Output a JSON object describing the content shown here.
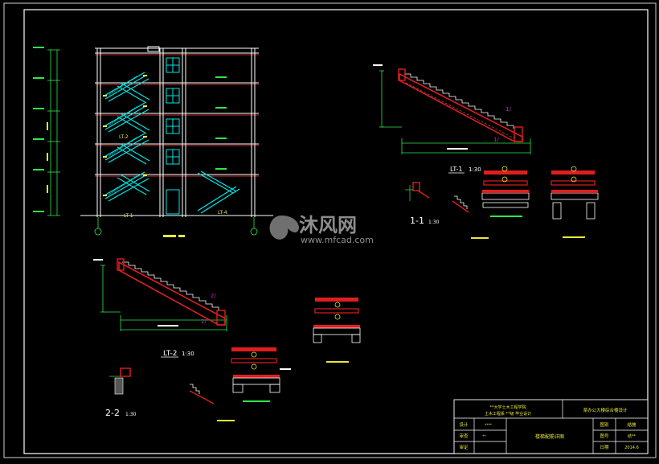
{
  "labels": {
    "lt2_label": "LT-2",
    "lt1_label": "LT-1",
    "lt4_label": "LT-4",
    "lt1_title": "LT-1",
    "lt1_scale": "1:30",
    "lt2_title": "LT-2",
    "lt2_scale": "1:30",
    "section11": "1-1",
    "section11_scale": "1:30",
    "section22": "2-2",
    "section22_scale": "1:30",
    "slope_mark_1": "1/",
    "slope_mark_2": "1/",
    "slope_mark_3": "2/",
    "slope_mark_4": "2/"
  },
  "watermark": {
    "brand": "沐风网",
    "url": "www.mfcad.com"
  },
  "title_block": {
    "school_line1": "**大学土木工程学院",
    "school_line2": "土木工程系 **级 毕业设计",
    "project": "某办公大楼综合楼设计",
    "drawing": "楼梯配筋详图",
    "row1_label": "设计",
    "row2_label": "审查",
    "row3_label": "审定",
    "row1_value": "****",
    "row2_value": "**",
    "r_label1": "图别",
    "r_label2": "图号",
    "r_label3": "日期",
    "r_value1": "结施",
    "r_value2": "结**",
    "r_value3": "2014.6"
  },
  "colors": {
    "frame": "#ffffff",
    "stair": "#00e5e5",
    "concrete": "#e01e1e",
    "dims": "#2ee84a",
    "accent": "#d41ad4",
    "yellow": "#e8e83a"
  }
}
